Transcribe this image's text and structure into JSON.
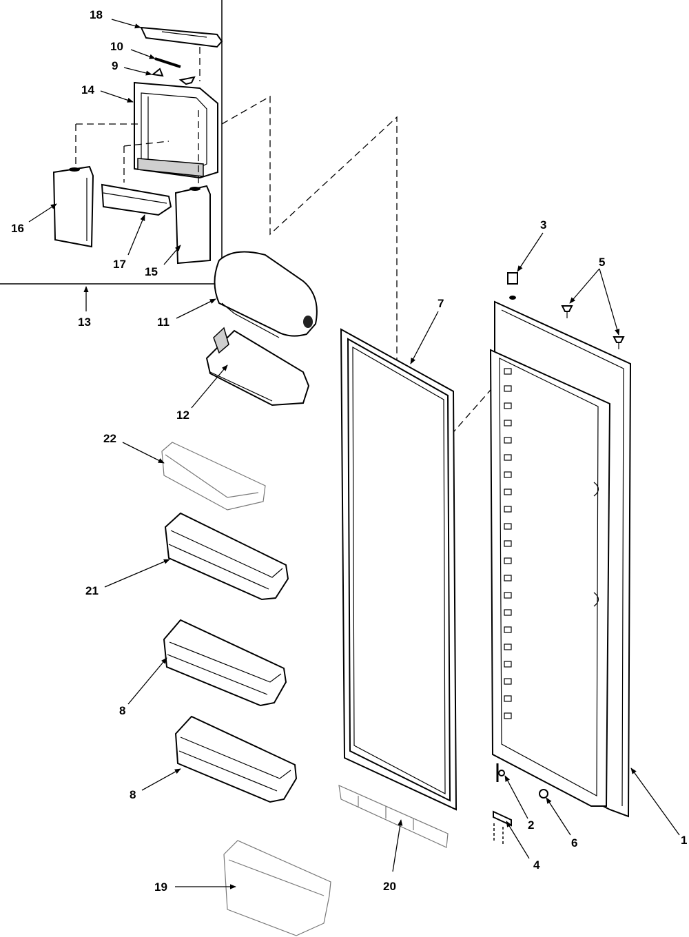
{
  "callouts": {
    "c1": "1",
    "c2": "2",
    "c3": "3",
    "c4": "4",
    "c5": "5",
    "c6": "6",
    "c7": "7",
    "c8a": "8",
    "c8b": "8",
    "c9": "9",
    "c10": "10",
    "c11": "11",
    "c12": "12",
    "c13": "13",
    "c14": "14",
    "c15": "15",
    "c16": "16",
    "c17": "17",
    "c18": "18",
    "c19": "19",
    "c20": "20",
    "c21": "21",
    "c22": "22"
  }
}
